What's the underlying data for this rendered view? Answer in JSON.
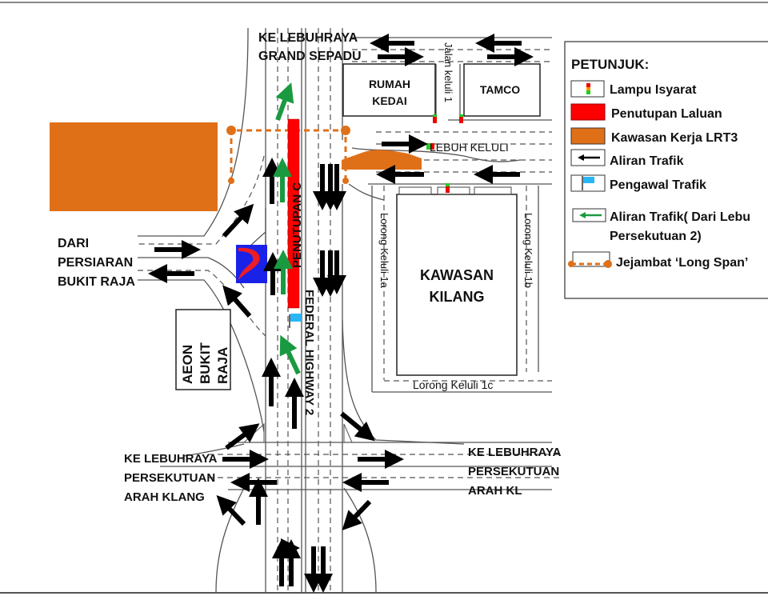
{
  "map": {
    "roads": {
      "north": "KE LEBUHRAYA GRAND SEPADU",
      "north_line1": "KE LEBUHRAYA",
      "north_line2": "GRAND SEPADU",
      "west_line1": "DARI",
      "west_line2": "PERSIARAN",
      "west_line3": "BUKIT RAJA",
      "south_west_line1": "KE LEBUHRAYA",
      "south_west_line2": "PERSEKUTUAN",
      "south_west_line3": "ARAH KLANG",
      "south_east_line1": "KE LEBUHRAYA",
      "south_east_line2": "PERSEKUTUAN",
      "south_east_line3": "ARAH KL",
      "federal_highway": "FEDERAL HIGHWAY 2",
      "closure": "PENUTUPAN C",
      "jalan_keluli": "Jalan keluli 1",
      "lebuh_keluli": "LEBUH KELULI",
      "lorong_1a": "Lorong Keluli 1a",
      "lorong_1b": "Lorong Keluli 1b",
      "lorong_1c": "Lorong Keluli 1c"
    },
    "buildings": {
      "rumah_kedai_line1": "RUMAH",
      "rumah_kedai_line2": "KEDAI",
      "tamco": "TAMCO",
      "kawasan_line1": "KAWASAN",
      "kawasan_line2": "KILANG",
      "aeon_line1": "AEON",
      "aeon_line2": "BUKIT",
      "aeon_line3": "RAJA"
    },
    "colors": {
      "closure": "#ff0000",
      "lrt_work": "#e07018",
      "traffic_arrow": "#000000",
      "alt_traffic_arrow": "#1a9a40",
      "traffic_controller": "#29b6f6",
      "petrol_blue": "#1a22e8",
      "petrol_red": "#ee1c24"
    }
  },
  "legend": {
    "title": "PETUNJUK:",
    "items": [
      {
        "icon": "traffic-light-icon",
        "label": "Lampu Isyarat"
      },
      {
        "icon": "road-closure-icon",
        "label": "Penutupan Laluan"
      },
      {
        "icon": "lrt-work-zone-icon",
        "label": "Kawasan Kerja LRT3"
      },
      {
        "icon": "traffic-flow-arrow-icon",
        "label": "Aliran Trafik"
      },
      {
        "icon": "traffic-controller-flag-icon",
        "label": "Pengawal Trafik"
      },
      {
        "icon": "alt-traffic-flow-arrow-icon",
        "label": "Aliran Trafik( Dari Lebu"
      },
      {
        "icon": "",
        "label": "Persekutuan 2)"
      },
      {
        "icon": "long-span-bridge-icon",
        "label": "Jejambat ‘Long Span’"
      }
    ]
  }
}
